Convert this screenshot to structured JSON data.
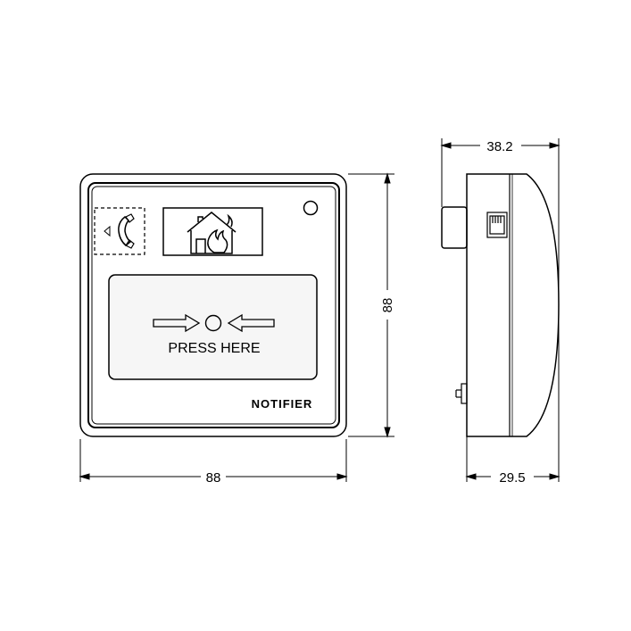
{
  "front_view": {
    "press_label": "PRESS HERE",
    "brand": "NOTIFIER",
    "icons": {
      "phone": "telephone-handset-icon",
      "fire": "house-fire-icon",
      "indicator": "led-indicator-icon",
      "arrow_left": "arrow-right-icon",
      "arrow_right": "arrow-left-icon"
    }
  },
  "dimensions": {
    "front_width": "88",
    "front_height": "88",
    "side_top_depth": "38.2",
    "side_bottom_depth": "29.5"
  },
  "colors": {
    "line": "#000000",
    "background": "#ffffff",
    "panel_fill": "#f6f6f6"
  }
}
